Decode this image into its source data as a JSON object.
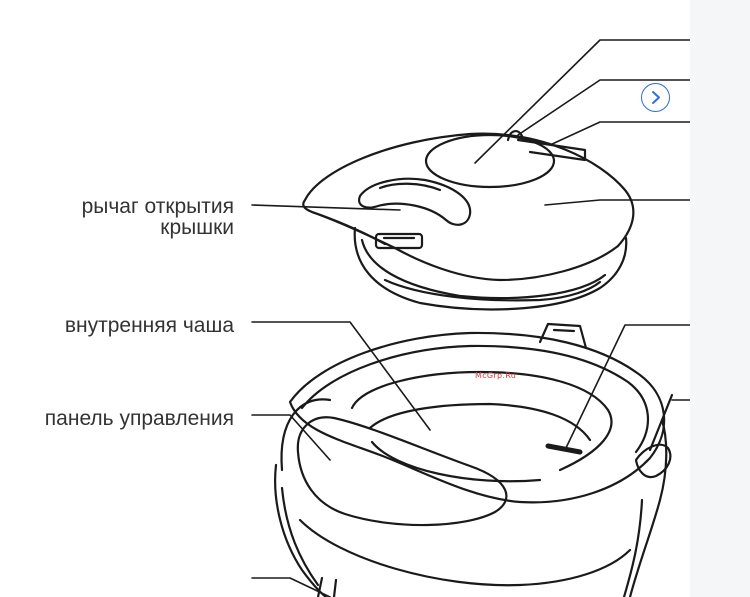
{
  "labels": {
    "lid_lever": "рычаг открытия\nкрышки",
    "inner_bowl": "внутренняя чаша",
    "control_panel": "панель управления"
  },
  "watermark": "McGrp.Ru",
  "icons": {
    "next": "chevron-right-icon"
  },
  "colors": {
    "line": "#1a1a1a",
    "label_text": "#333333",
    "watermark": "#d23a3a",
    "button_accent": "#2f6fd8",
    "side_panel": "#f5f6f8"
  }
}
